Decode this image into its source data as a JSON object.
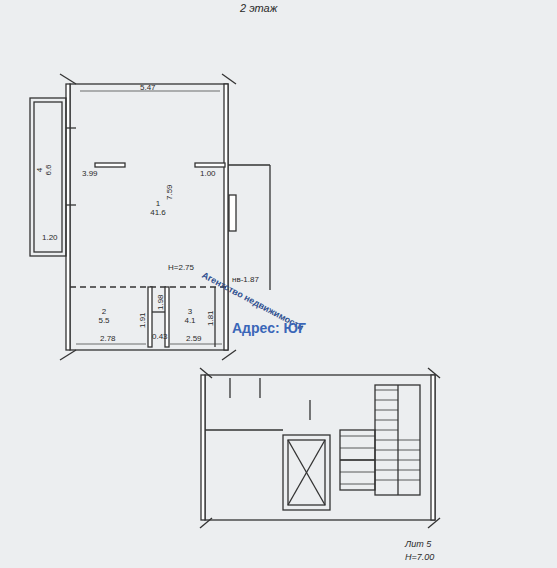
{
  "diagram": {
    "title": "2 этаж",
    "nodes": [
      {
        "text": [
          "4",
          "6.6"
        ]
      },
      {
        "text": [
          "1",
          "41.6"
        ]
      },
      {
        "text": [
          "2",
          "5.5"
        ]
      },
      {
        "text": [
          "3",
          "4.1"
        ]
      }
    ],
    "labels": [
      "5.47",
      "1.20",
      "3.99",
      "1.00",
      "7.59",
      "H=2.75",
      "нв-1.87",
      "2.78",
      "0.43",
      "2.59",
      "1.98",
      "1.91",
      "1.81",
      "Агентство недвижимости",
      "Адрес: ЮГ",
      "Лит 5",
      "Н=7.00"
    ]
  }
}
